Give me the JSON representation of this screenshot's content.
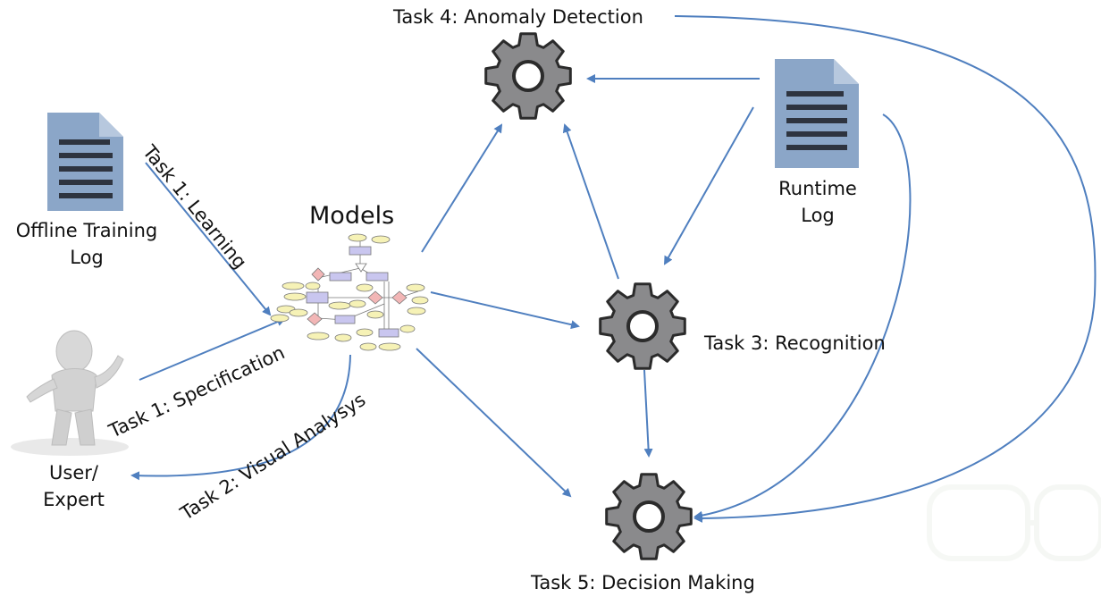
{
  "colors": {
    "arrow": "#4f7fbf",
    "gear_fill": "#8a8a8c",
    "gear_stroke": "#2b2b2b",
    "doc_fill": "#8ba6c8",
    "doc_lines": "#2e3440"
  },
  "icons": {
    "document": "document-icon",
    "gear": "gear-icon",
    "person": "user-figure",
    "model": "er-diagram-thumbnail"
  },
  "labels": {
    "offline_log": "Offline Training\nLog",
    "runtime_log": "Runtime\nLog",
    "models": "Models",
    "user_expert": "User/\nExpert",
    "task1_learning": "Task 1: Learning",
    "task1_specification": "Task 1: Specification",
    "task2_visual": "Task 2: Visual Analysys",
    "task3": "Task 3: Recognition",
    "task4": "Task 4: Anomaly Detection",
    "task5": "Task 5: Decision Making"
  }
}
